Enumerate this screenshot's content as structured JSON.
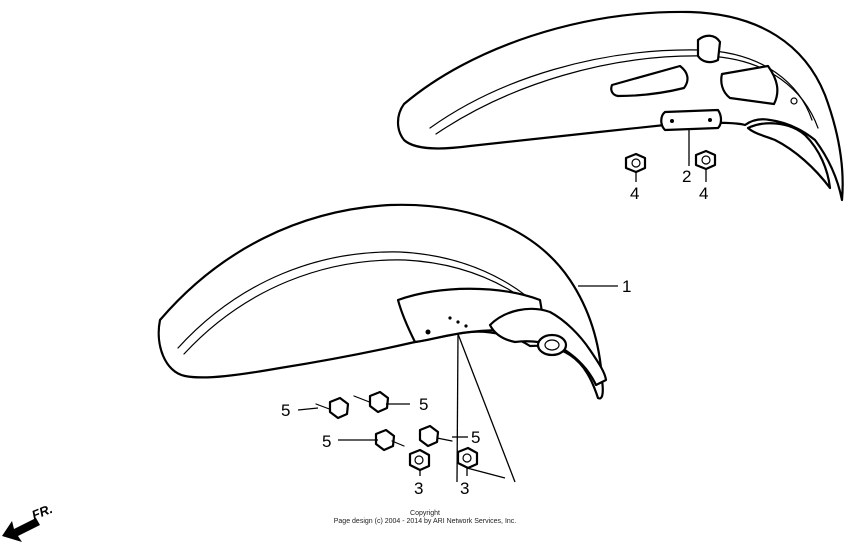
{
  "callouts": {
    "c1": "1",
    "c2": "2",
    "c3a": "3",
    "c3b": "3",
    "c4a": "4",
    "c4b": "4",
    "c5a": "5",
    "c5b": "5",
    "c5c": "5",
    "c5d": "5"
  },
  "direction_label": "FR.",
  "copyright": {
    "line1": "Copyright",
    "line2": "Page design (c) 2004 - 2014 by ARI Network Services, Inc."
  },
  "colors": {
    "line": "#000000",
    "background": "#ffffff"
  }
}
